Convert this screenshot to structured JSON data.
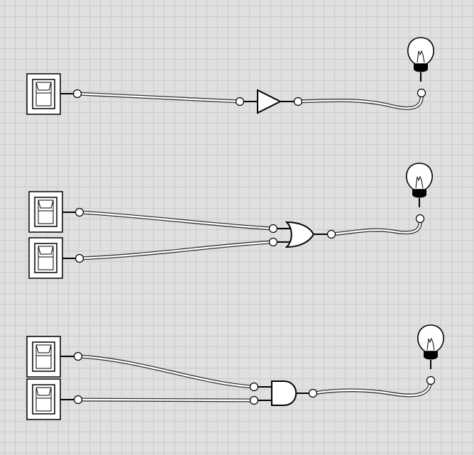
{
  "canvas": {
    "background": "#e0e0e0",
    "grid_color": "#cbcbcb"
  },
  "circuits": [
    {
      "id": "buffer-circuit",
      "gate": "buffer",
      "switches": 1,
      "bulb": "light-bulb"
    },
    {
      "id": "or-circuit",
      "gate": "or",
      "switches": 2,
      "bulb": "light-bulb"
    },
    {
      "id": "and-circuit",
      "gate": "and",
      "switches": 2,
      "bulb": "light-bulb"
    }
  ]
}
